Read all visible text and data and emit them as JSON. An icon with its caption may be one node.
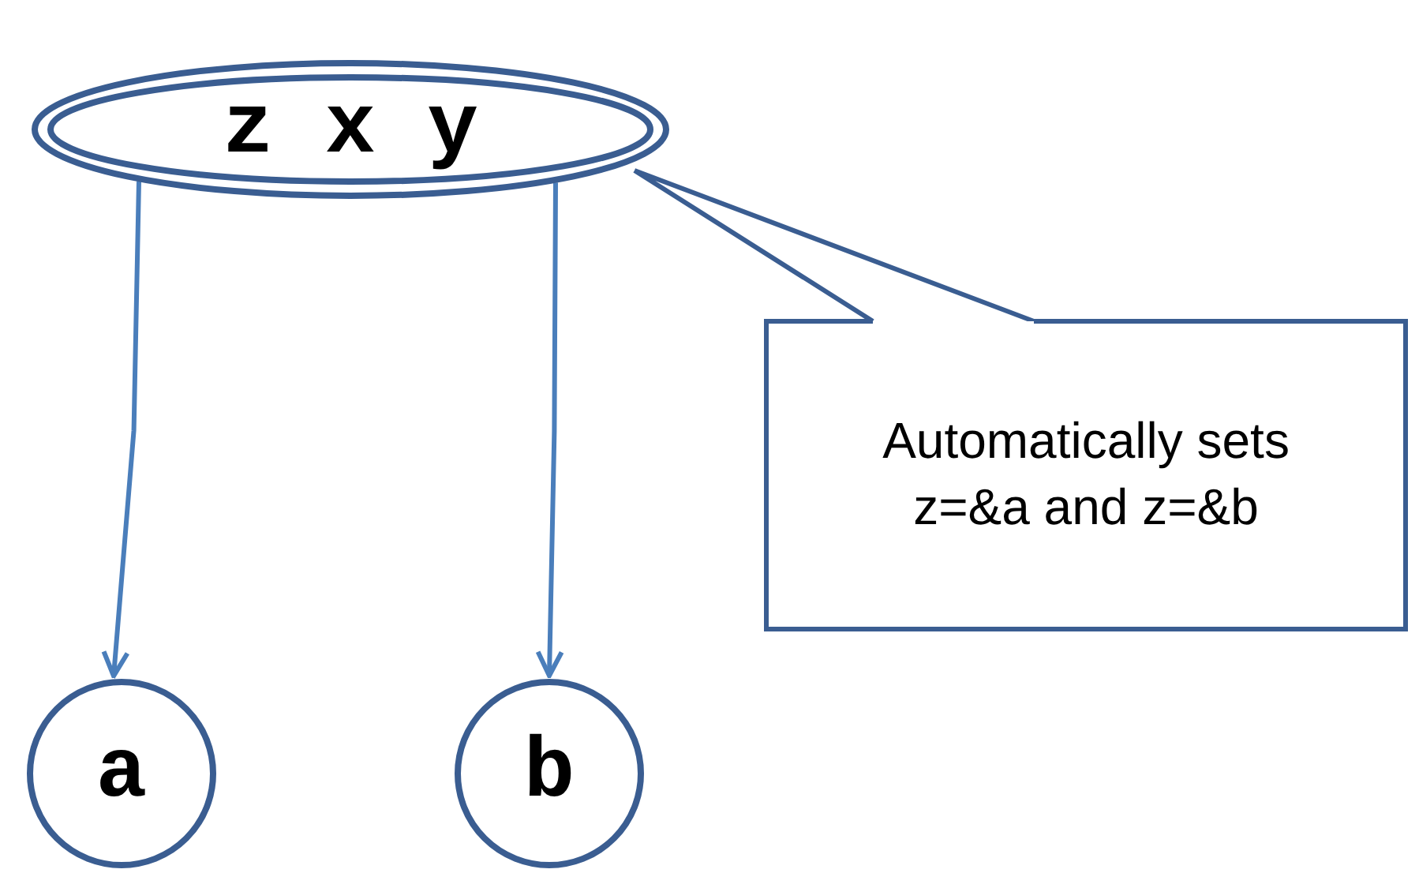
{
  "diagram": {
    "nodes": [
      {
        "text": [
          "z x y"
        ]
      },
      {
        "text": [
          "a"
        ]
      },
      {
        "text": [
          "b"
        ]
      },
      {
        "text": [
          "Automatically sets z=&a and z=&b"
        ]
      }
    ],
    "edges": [
      {
        "from": 0,
        "to": 1,
        "arrow": "to",
        "color": "#4a7ebb"
      },
      {
        "from": 0,
        "to": 2,
        "arrow": "to",
        "color": "#4a7ebb"
      },
      {
        "from": 3,
        "to": 0,
        "arrow": "none"
      }
    ]
  }
}
